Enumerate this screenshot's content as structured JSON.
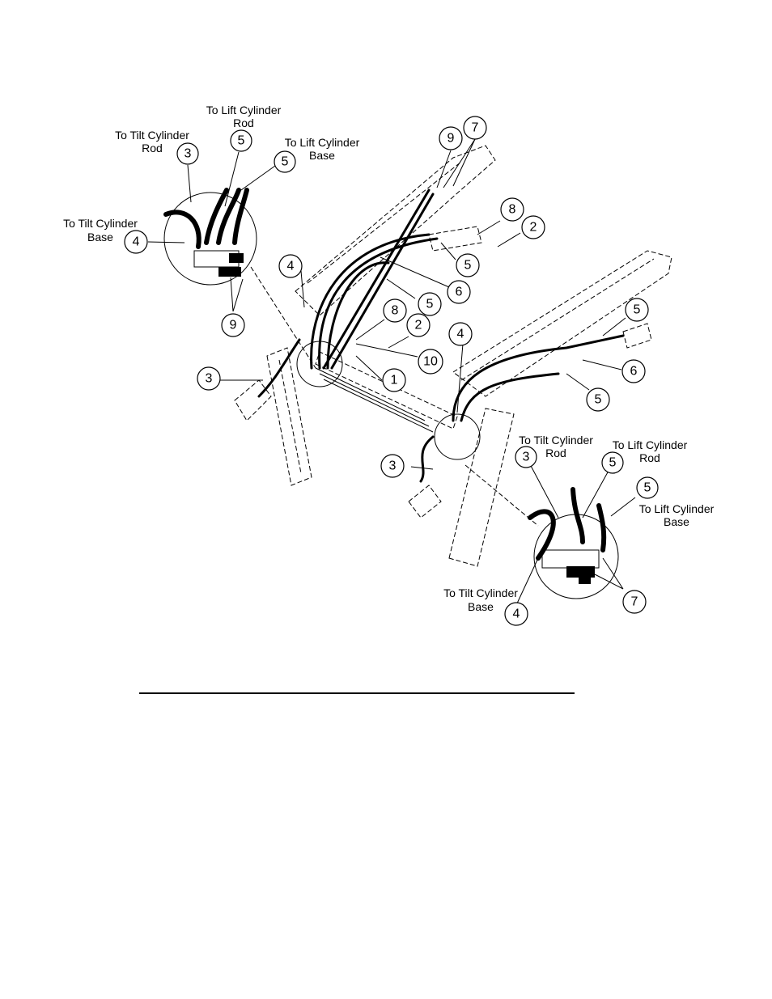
{
  "labels": {
    "tl_tilt_rod": [
      "To Tilt Cylinder",
      "Rod"
    ],
    "tl_lift_rod": [
      "To Lift Cylinder",
      "Rod"
    ],
    "tl_lift_base": [
      "To Lift Cylinder",
      "Base"
    ],
    "tl_tilt_base": [
      "To Tilt Cylinder",
      "Base"
    ],
    "br_tilt_rod": [
      "To Tilt Cylinder",
      "Rod"
    ],
    "br_lift_rod": [
      "To Lift Cylinder",
      "Rod"
    ],
    "br_lift_base": [
      "To Lift Cylinder",
      "Base"
    ],
    "br_tilt_base": [
      "To Tilt Cylinder",
      "Base"
    ]
  },
  "callouts": {
    "c1": "1",
    "c2a": "2",
    "c2b": "2",
    "c3a": "3",
    "c3b": "3",
    "c3c": "3",
    "c3d": "3",
    "c4a": "4",
    "c4b": "4",
    "c4c": "4",
    "c4d": "4",
    "c5a": "5",
    "c5b": "5",
    "c5c": "5",
    "c5d": "5",
    "c5e": "5",
    "c5f": "5",
    "c5g": "5",
    "c5h": "5",
    "c6a": "6",
    "c6b": "6",
    "c7a": "7",
    "c7b": "7",
    "c8a": "8",
    "c8b": "8",
    "c9a": "9",
    "c9b": "9",
    "c10": "10"
  }
}
